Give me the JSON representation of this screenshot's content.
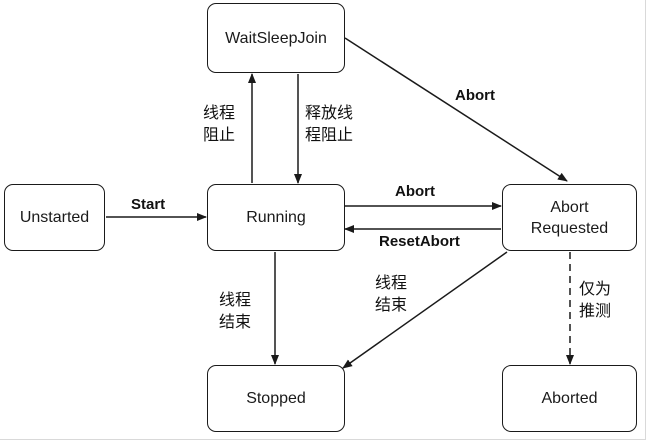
{
  "states": {
    "unstarted": "Unstarted",
    "running": "Running",
    "wait_sleep_join": "WaitSleepJoin",
    "abort_requested": "Abort\nRequested",
    "stopped": "Stopped",
    "aborted": "Aborted"
  },
  "transitions": {
    "start": "Start",
    "abort_running": "Abort",
    "abort_wait": "Abort",
    "reset_abort": "ResetAbort",
    "thread_block": "线程\n阻止",
    "release_block": "释放线\n程阻止",
    "thread_end_running": "线程\n结束",
    "thread_end_abort": "线程\n结束",
    "speculative": "仅为\n推测"
  },
  "colors": {
    "stroke": "#1a1a1a",
    "background": "#ffffff"
  }
}
